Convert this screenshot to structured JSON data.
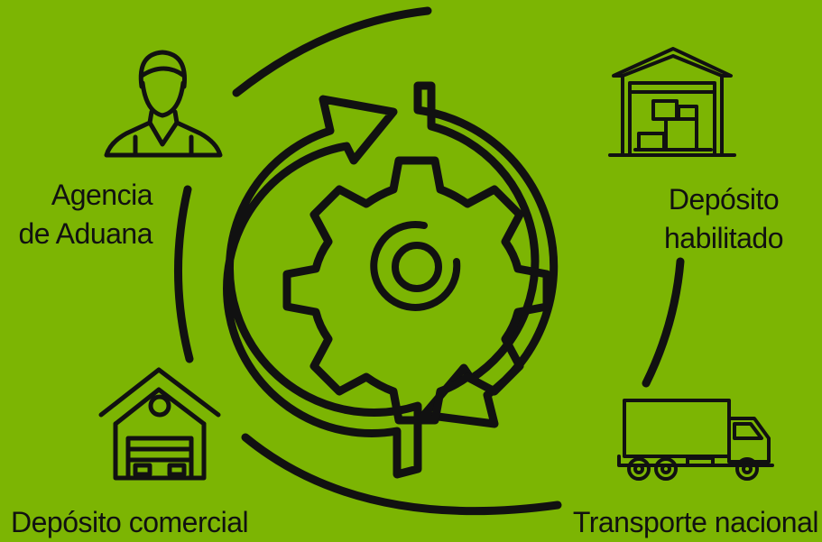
{
  "colors": {
    "background": "#7cb503",
    "stroke": "#111111"
  },
  "nodes": [
    {
      "id": "agencia",
      "lines": [
        "Agencia",
        "de Aduana"
      ],
      "icon": "person-icon"
    },
    {
      "id": "deposito-habilitado",
      "lines": [
        "Depósito",
        "habilitado"
      ],
      "icon": "warehouse-icon"
    },
    {
      "id": "deposito-comercial",
      "lines": [
        "Depósito comercial"
      ],
      "icon": "house-garage-icon"
    },
    {
      "id": "transporte",
      "lines": [
        "Transporte nacional"
      ],
      "icon": "truck-icon"
    }
  ],
  "center_icon": "gear-cycle-icon"
}
